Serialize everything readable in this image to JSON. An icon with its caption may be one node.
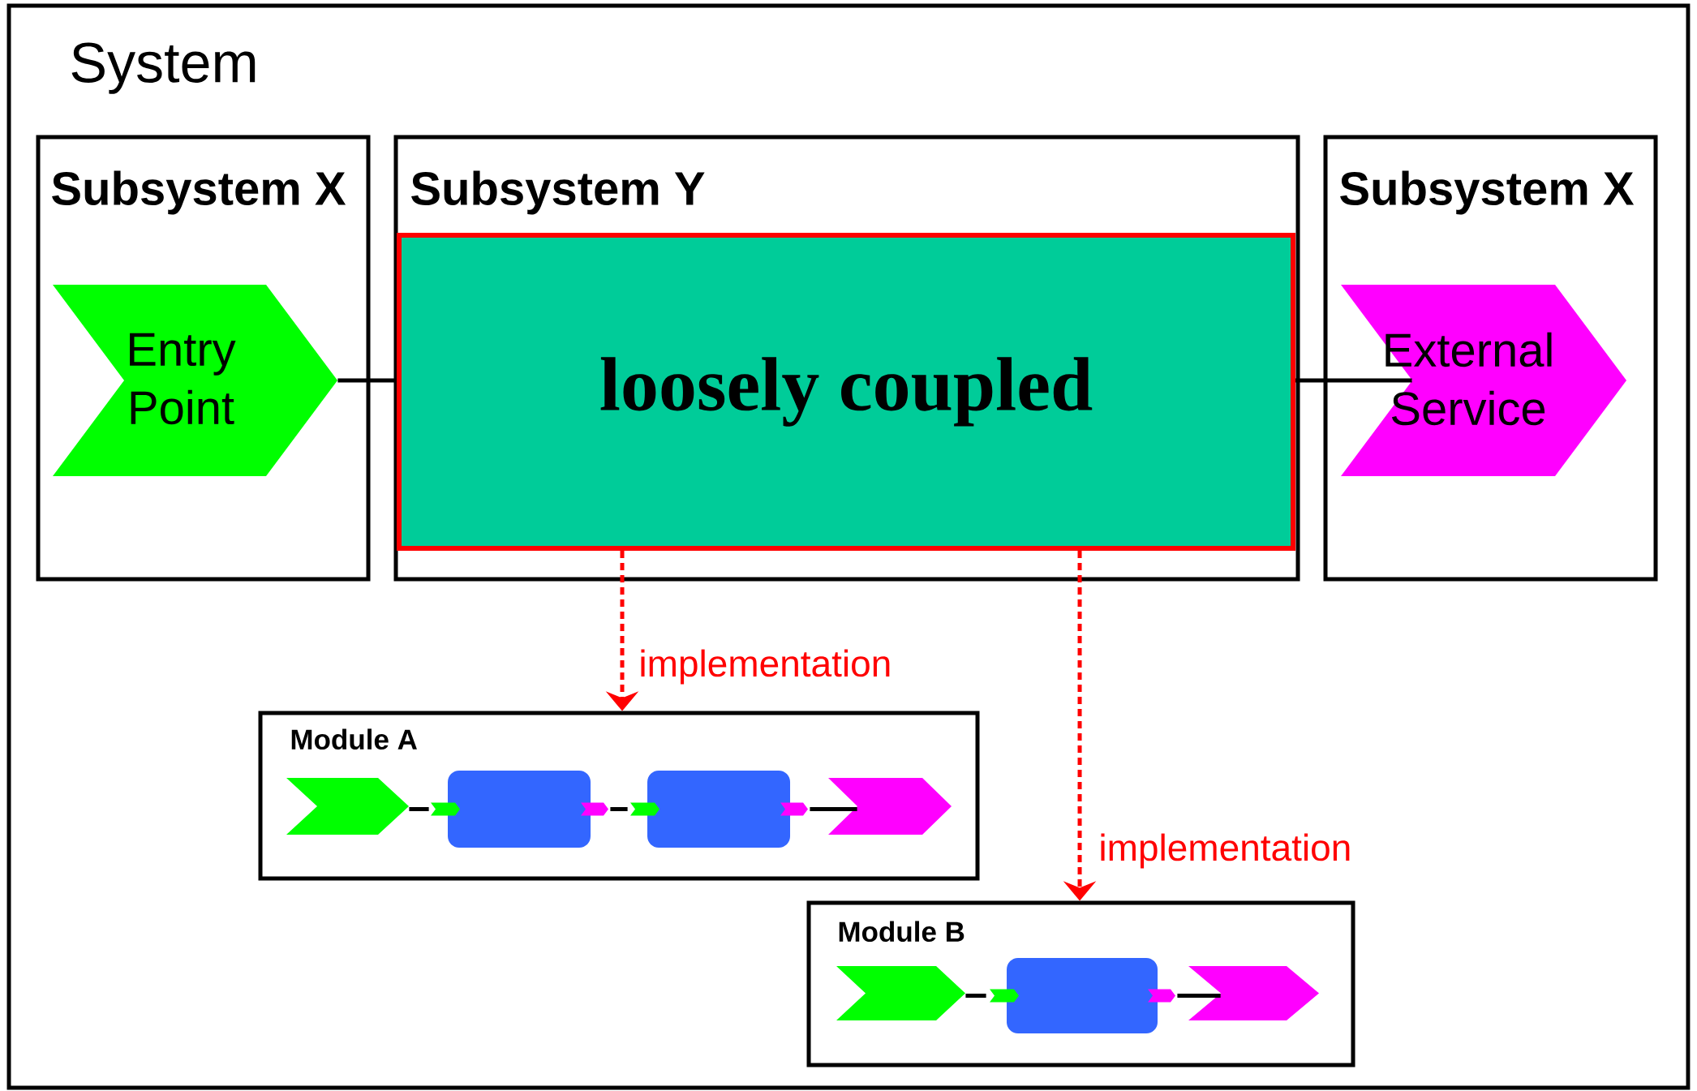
{
  "diagram": {
    "nodes": [
      {
        "text": [
          "System"
        ]
      },
      {
        "text": [
          "Subsystem X"
        ],
        "in": 0
      },
      {
        "text": [
          "Subsystem Y"
        ],
        "in": 0
      },
      {
        "text": [
          "Subsystem X"
        ],
        "in": 0
      },
      {
        "text": [
          "Entry Point"
        ],
        "in": 1
      },
      {
        "text": [
          "loosely coupled"
        ],
        "in": 2
      },
      {
        "text": [
          "External Service"
        ],
        "in": 3
      },
      {
        "text": [
          "Module A"
        ],
        "in": 0
      },
      {
        "text": [],
        "shape": "chevron",
        "in": 7
      },
      {
        "text": [],
        "shape": "box",
        "in": 7
      },
      {
        "text": [],
        "shape": "box",
        "in": 7
      },
      {
        "text": [],
        "shape": "chevron",
        "in": 7
      },
      {
        "text": [
          "Module B"
        ],
        "in": 0
      },
      {
        "text": [],
        "shape": "chevron",
        "in": 12
      },
      {
        "text": [],
        "shape": "box",
        "in": 12
      },
      {
        "text": [],
        "shape": "chevron",
        "in": 12
      }
    ],
    "edges": [
      {
        "from": 4,
        "to": 5,
        "arrow": "none"
      },
      {
        "from": 5,
        "to": 6,
        "arrow": "none"
      },
      {
        "from": 5,
        "to": 7,
        "arrow": "to",
        "label": "implementation",
        "style": "dashed",
        "color": "#ff0000"
      },
      {
        "from": 5,
        "to": 12,
        "arrow": "to",
        "label": "implementation",
        "style": "dashed",
        "color": "#ff0000"
      },
      {
        "from": 8,
        "to": 9,
        "arrow": "none"
      },
      {
        "from": 9,
        "to": 10,
        "arrow": "none"
      },
      {
        "from": 10,
        "to": 11,
        "arrow": "none"
      },
      {
        "from": 13,
        "to": 14,
        "arrow": "none"
      },
      {
        "from": 14,
        "to": 15,
        "arrow": "none"
      }
    ]
  }
}
